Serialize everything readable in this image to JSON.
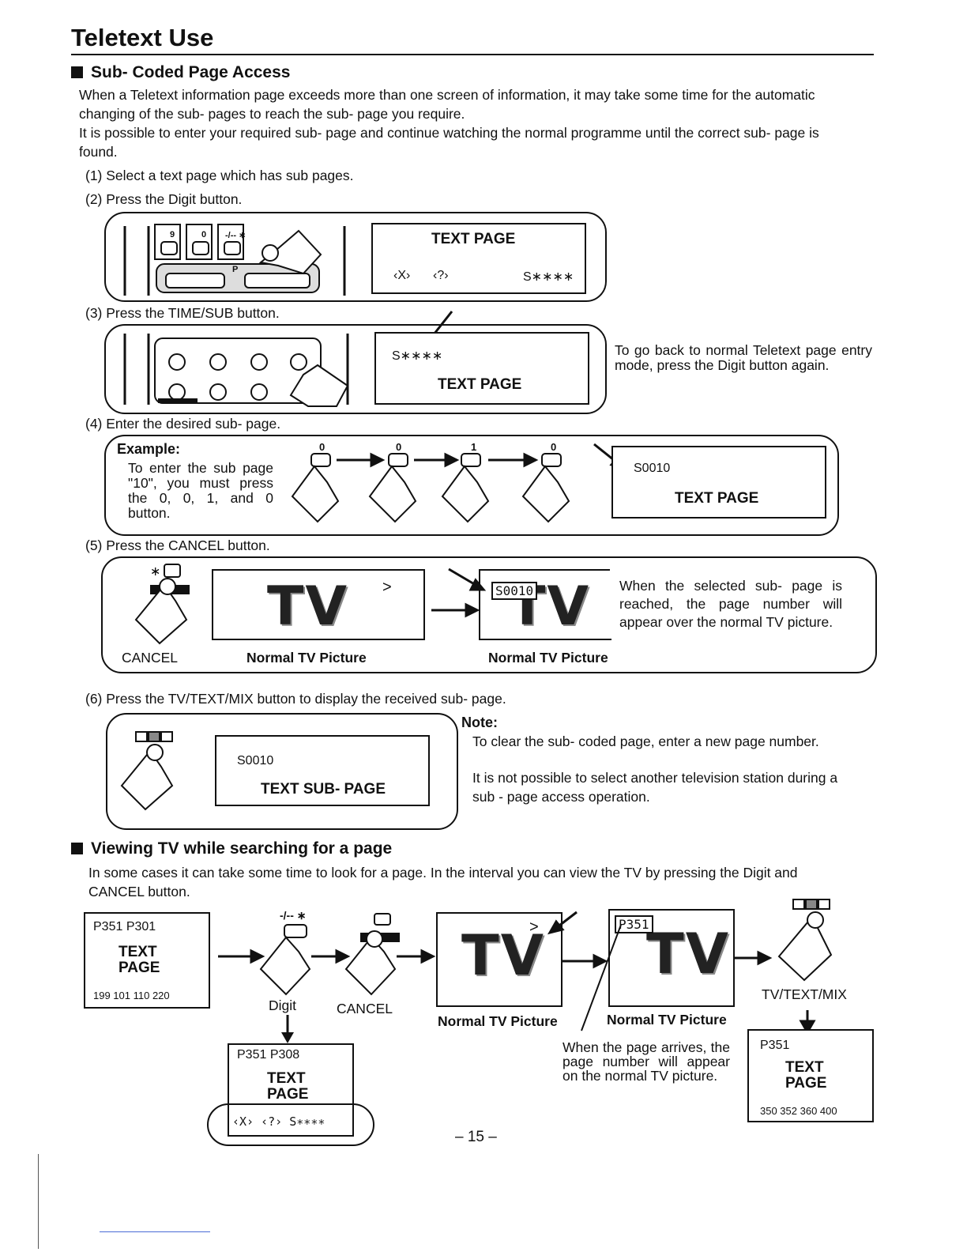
{
  "page": {
    "title": "Teletext Use",
    "page_number": "– 15 –"
  },
  "section1": {
    "heading": "Sub- Coded Page Access",
    "para1": "When a Teletext information page exceeds more than one screen of information, it may take some time for the automatic",
    "para1b": "changing of the sub- pages to reach the sub- page you require.",
    "para2": "It is possible to enter your required sub- page and continue watching the normal programme until the correct sub- page is",
    "para2b": "found.",
    "step1": "(1) Select a text page which has sub pages.",
    "step2": "(2) Press the Digit button.",
    "step3": "(3) Press the TIME/SUB button.",
    "step4": "(4) Enter the desired sub- page.",
    "step5": "(5) Press the CANCEL button.",
    "step6": "(6) Press the TV/TEXT/MIX button to display the received sub- page."
  },
  "fig2": {
    "keys": [
      "9",
      "0",
      "-/-- ∗"
    ],
    "p_label": "P",
    "screen_title": "TEXT PAGE",
    "screen_x": "‹X›",
    "screen_q": "‹?›",
    "screen_s": "S∗∗∗∗"
  },
  "fig3": {
    "screen_s": "S∗∗∗∗",
    "screen_title": "TEXT PAGE",
    "side_note": "To go back to normal Teletext page entry mode, press the Digit button again."
  },
  "fig4": {
    "example_label": "Example:",
    "example_text": "To enter the sub page \"10\", you must press the 0, 0, 1, and 0 button.",
    "digits": [
      "0",
      "0",
      "1",
      "0"
    ],
    "screen_s": "S0010",
    "screen_title": "TEXT PAGE"
  },
  "fig5": {
    "cancel_label": "CANCEL",
    "tv1_caption": "Normal TV Picture",
    "tv1_marker": ">",
    "tv2_badge": "S0010",
    "tv2_caption": "Normal TV Picture",
    "tv_text": "TV",
    "side_note": "When the selected sub- page is reached, the page number will appear over the normal TV picture."
  },
  "fig6": {
    "screen_s": "S0010",
    "screen_title": "TEXT SUB- PAGE",
    "note_label": "Note:",
    "note1": "To clear the sub- coded page, enter a new page number.",
    "note2a": "It is not possible to select another television station during a",
    "note2b": "sub - page access operation."
  },
  "section2": {
    "heading": "Viewing TV while searching for a page",
    "para1": "In some cases it can take some time to look for a page. In the interval you can view the TV by pressing the Digit and",
    "para1b": "CANCEL button.",
    "box1_top": "P351  P301",
    "box1_text1": "TEXT",
    "box1_text2": "PAGE",
    "box1_bottom": "199  101  110  220",
    "digit_key": "-/-- ∗",
    "digit_label": "Digit",
    "cancel_label": "CANCEL",
    "box2_top": "P351  P308",
    "box2_text1": "TEXT",
    "box2_text2": "PAGE",
    "box2_bottom": "‹X› ‹?› S∗∗∗∗",
    "tv_text": "TV",
    "tv1_marker": ">",
    "tv1_caption": "Normal TV Picture",
    "tv2_badge": "P351",
    "tv2_caption": "Normal TV Picture",
    "arrive_note": "When the page arrives, the page number will appear on the normal TV picture.",
    "mix_label": "TV/TEXT/MIX",
    "box3_top": "P351",
    "box3_text1": "TEXT",
    "box3_text2": "PAGE",
    "box3_bottom": "350  352  360  400"
  }
}
